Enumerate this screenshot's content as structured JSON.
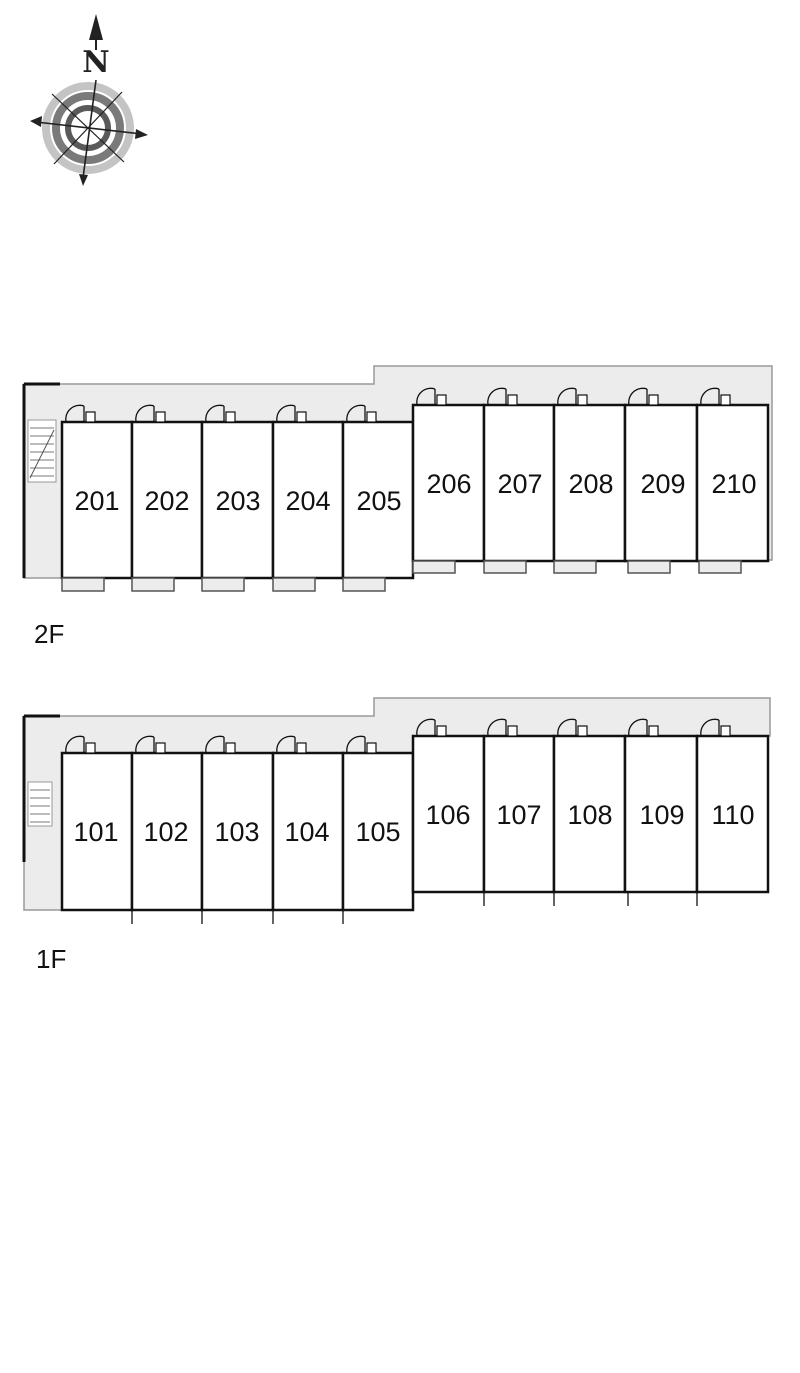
{
  "compass": {
    "north_label": "N"
  },
  "floors": [
    {
      "id": "2f",
      "label": "2F",
      "units": [
        "201",
        "202",
        "203",
        "204",
        "205",
        "206",
        "207",
        "208",
        "209",
        "210"
      ]
    },
    {
      "id": "1f",
      "label": "1F",
      "units": [
        "101",
        "102",
        "103",
        "104",
        "105",
        "106",
        "107",
        "108",
        "109",
        "110"
      ]
    }
  ],
  "colors": {
    "corridor": "#ececec",
    "wall": "#111111",
    "outline": "#999999",
    "compass_ring": "#7a7a7a",
    "compass_ring_light": "#c4c4c4"
  }
}
